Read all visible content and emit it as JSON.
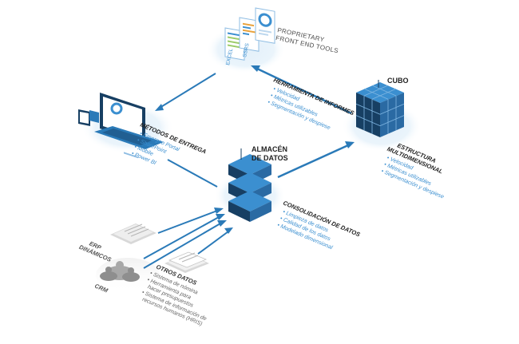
{
  "colors": {
    "dark_blue": "#173f63",
    "mid_blue": "#2a7ab8",
    "light_blue": "#3b8fd0",
    "glow": "#dcecf8",
    "gray": "#9a9a9a",
    "light_gray": "#c9c9c9",
    "text_dark": "#222222",
    "text_blue": "#3b8fd0"
  },
  "front_end": {
    "title_line1": "PROPRIETARY",
    "title_line2": "FRONT END TOOLS",
    "doc_excel": "EXCEL",
    "doc_ssrs": "SSRS"
  },
  "reporting_tool": {
    "title": "HERRAMIENTA DE INFORMES",
    "items": [
      "Velocidad",
      "Métricas utilizables",
      "Segmentación y despiese"
    ]
  },
  "cube": {
    "label": "CUBO",
    "title_line1": "ESTRUCTURA",
    "title_line2": "MULTIDIMENSIONAL",
    "items": [
      "Velocidad",
      "Métricas utilizables",
      "Segmentación y despiese"
    ]
  },
  "delivery": {
    "title": "MÉTODOS DE ENTREGA",
    "items": [
      "Emergeo Portal",
      "SharePoint",
      "Mobile",
      "Power BI"
    ]
  },
  "warehouse": {
    "label_line1": "ALMACÉN",
    "label_line2": "DE DATOS"
  },
  "consolidation": {
    "title": "CONSOLIDACIÓN DE DATOS",
    "items": [
      "Limpieza de datos",
      "Calidad de los datos",
      "Modelado dimensional"
    ]
  },
  "sources": {
    "erp_line1": "ERP",
    "erp_line2": "DINÁMICOS",
    "crm": "CRM",
    "other_title": "OTROS DATOS",
    "other_items": [
      "Sistema de nómina",
      "Herramienta para",
      "hacer presupuestos",
      "Sistema de información de",
      "recursos humanos (HRIS)"
    ]
  }
}
